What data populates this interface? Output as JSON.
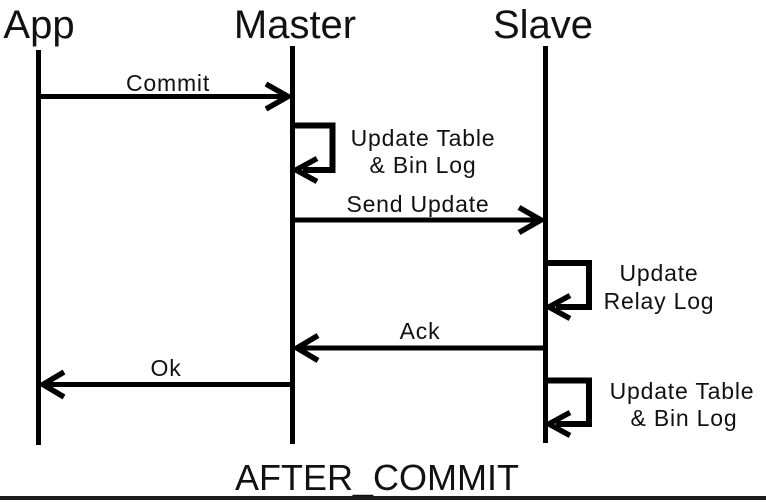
{
  "diagram": {
    "type": "sequence",
    "title": "AFTER_COMMIT",
    "participants": [
      {
        "name": "App"
      },
      {
        "name": "Master"
      },
      {
        "name": "Slave"
      }
    ],
    "messages": [
      {
        "from": "App",
        "to": "Master",
        "kind": "message",
        "label": "Commit"
      },
      {
        "from": "Master",
        "to": "Master",
        "kind": "self",
        "label": "Update Table & Bin Log",
        "label_line1": "Update Table",
        "label_line2": "& Bin Log"
      },
      {
        "from": "Master",
        "to": "Slave",
        "kind": "message",
        "label": "Send Update"
      },
      {
        "from": "Slave",
        "to": "Slave",
        "kind": "self",
        "label": "Update Relay Log",
        "label_line1": "Update",
        "label_line2": "Relay Log"
      },
      {
        "from": "Slave",
        "to": "Master",
        "kind": "message",
        "label": "Ack"
      },
      {
        "from": "Master",
        "to": "App",
        "kind": "message",
        "label": "Ok"
      },
      {
        "from": "Slave",
        "to": "Slave",
        "kind": "self",
        "label": "Update Table & Bin Log",
        "label_line1": "Update Table",
        "label_line2": "& Bin Log"
      }
    ],
    "colors": {
      "line": "#000000",
      "text": "#111111",
      "background": "#ffffff",
      "bottom_border": "#1c1c1c"
    }
  }
}
